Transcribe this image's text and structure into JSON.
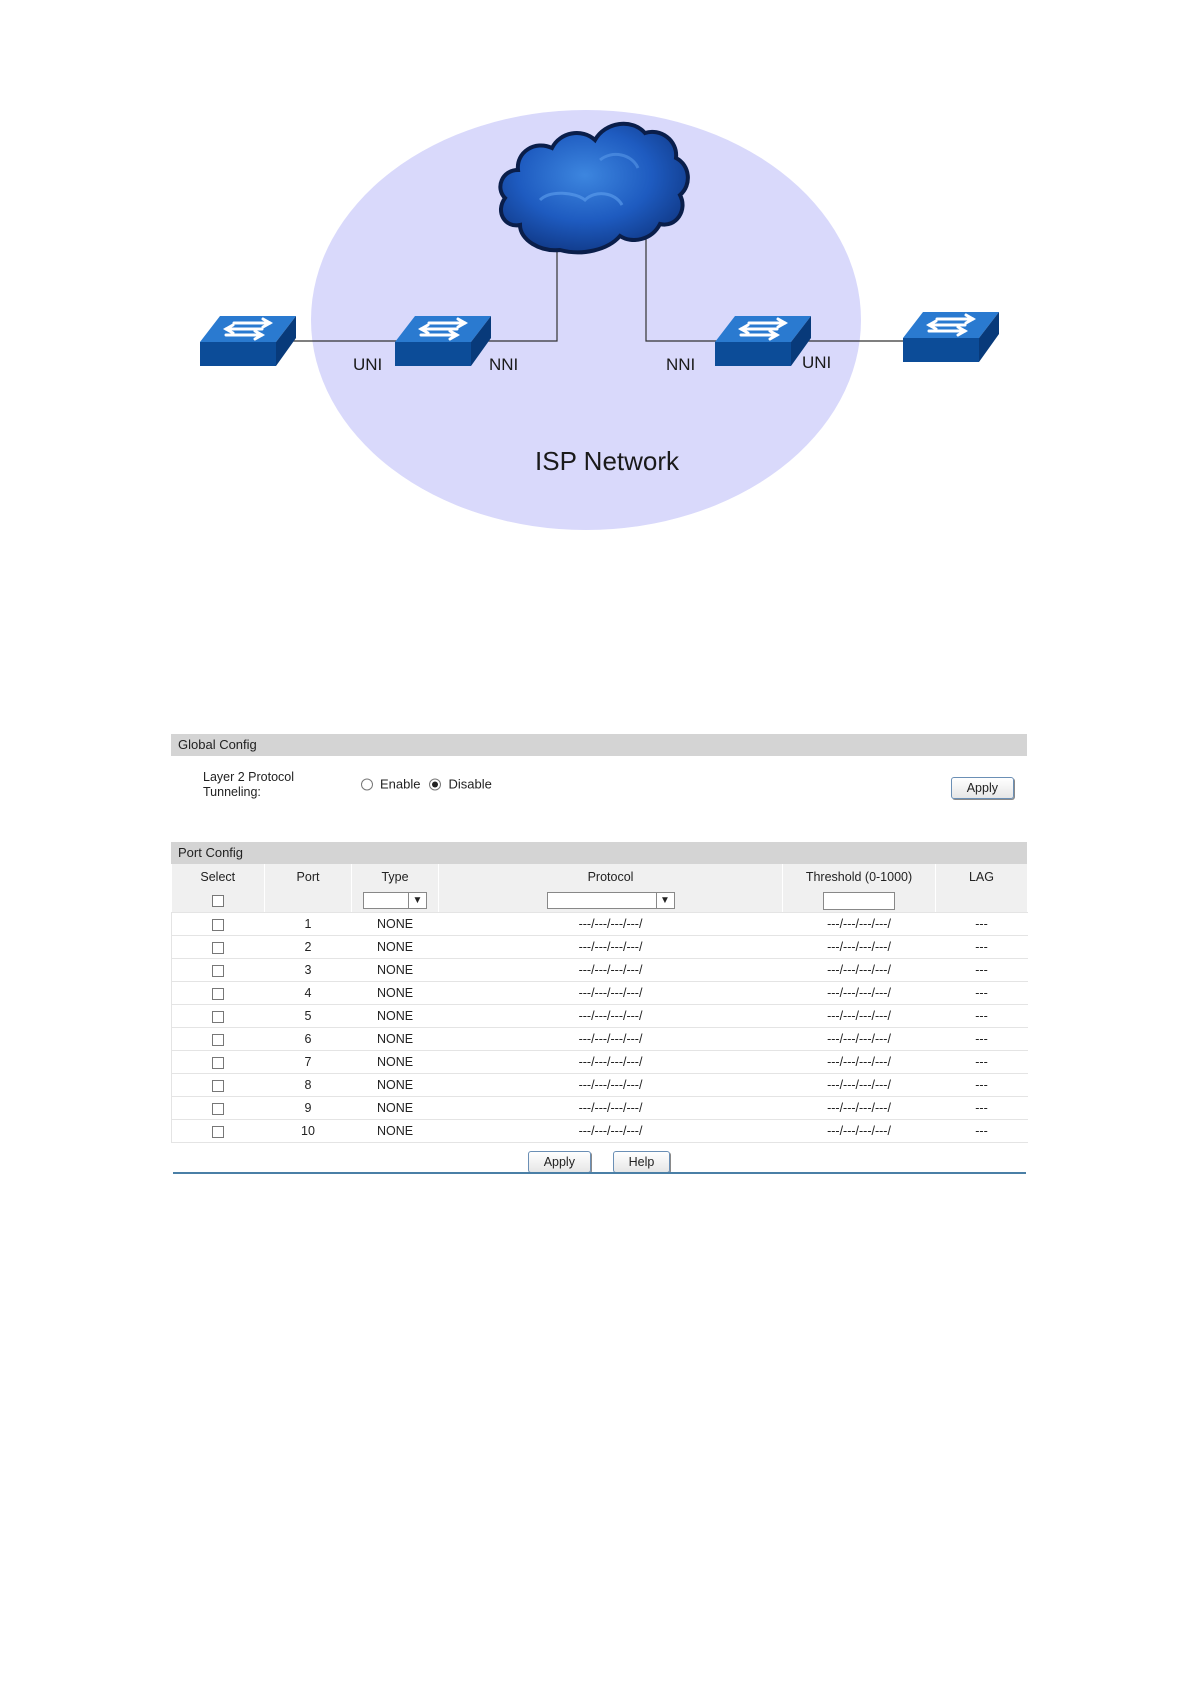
{
  "diagram": {
    "uni_left": "UNI",
    "nni_left": "NNI",
    "nni_right": "NNI",
    "uni_right": "UNI",
    "network_label": "ISP Network",
    "colors": {
      "ellipse": "#d9d9fb",
      "switch": "#1059a8",
      "cloud": "#1c4ea8"
    }
  },
  "global_config": {
    "title": "Global Config",
    "label": "Layer 2 Protocol Tunneling:",
    "enable_label": "Enable",
    "disable_label": "Disable",
    "selected": "Disable",
    "apply_label": "Apply"
  },
  "port_config": {
    "title": "Port Config",
    "columns": [
      "Select",
      "Port",
      "Type",
      "Protocol",
      "Threshold (0-1000)",
      "LAG"
    ],
    "rows": [
      {
        "port": "1",
        "type": "NONE",
        "protocol": "---/---/---/---/",
        "threshold": "---/---/---/---/",
        "lag": "---"
      },
      {
        "port": "2",
        "type": "NONE",
        "protocol": "---/---/---/---/",
        "threshold": "---/---/---/---/",
        "lag": "---"
      },
      {
        "port": "3",
        "type": "NONE",
        "protocol": "---/---/---/---/",
        "threshold": "---/---/---/---/",
        "lag": "---"
      },
      {
        "port": "4",
        "type": "NONE",
        "protocol": "---/---/---/---/",
        "threshold": "---/---/---/---/",
        "lag": "---"
      },
      {
        "port": "5",
        "type": "NONE",
        "protocol": "---/---/---/---/",
        "threshold": "---/---/---/---/",
        "lag": "---"
      },
      {
        "port": "6",
        "type": "NONE",
        "protocol": "---/---/---/---/",
        "threshold": "---/---/---/---/",
        "lag": "---"
      },
      {
        "port": "7",
        "type": "NONE",
        "protocol": "---/---/---/---/",
        "threshold": "---/---/---/---/",
        "lag": "---"
      },
      {
        "port": "8",
        "type": "NONE",
        "protocol": "---/---/---/---/",
        "threshold": "---/---/---/---/",
        "lag": "---"
      },
      {
        "port": "9",
        "type": "NONE",
        "protocol": "---/---/---/---/",
        "threshold": "---/---/---/---/",
        "lag": "---"
      },
      {
        "port": "10",
        "type": "NONE",
        "protocol": "---/---/---/---/",
        "threshold": "---/---/---/---/",
        "lag": "---"
      }
    ],
    "apply_label": "Apply",
    "help_label": "Help"
  }
}
